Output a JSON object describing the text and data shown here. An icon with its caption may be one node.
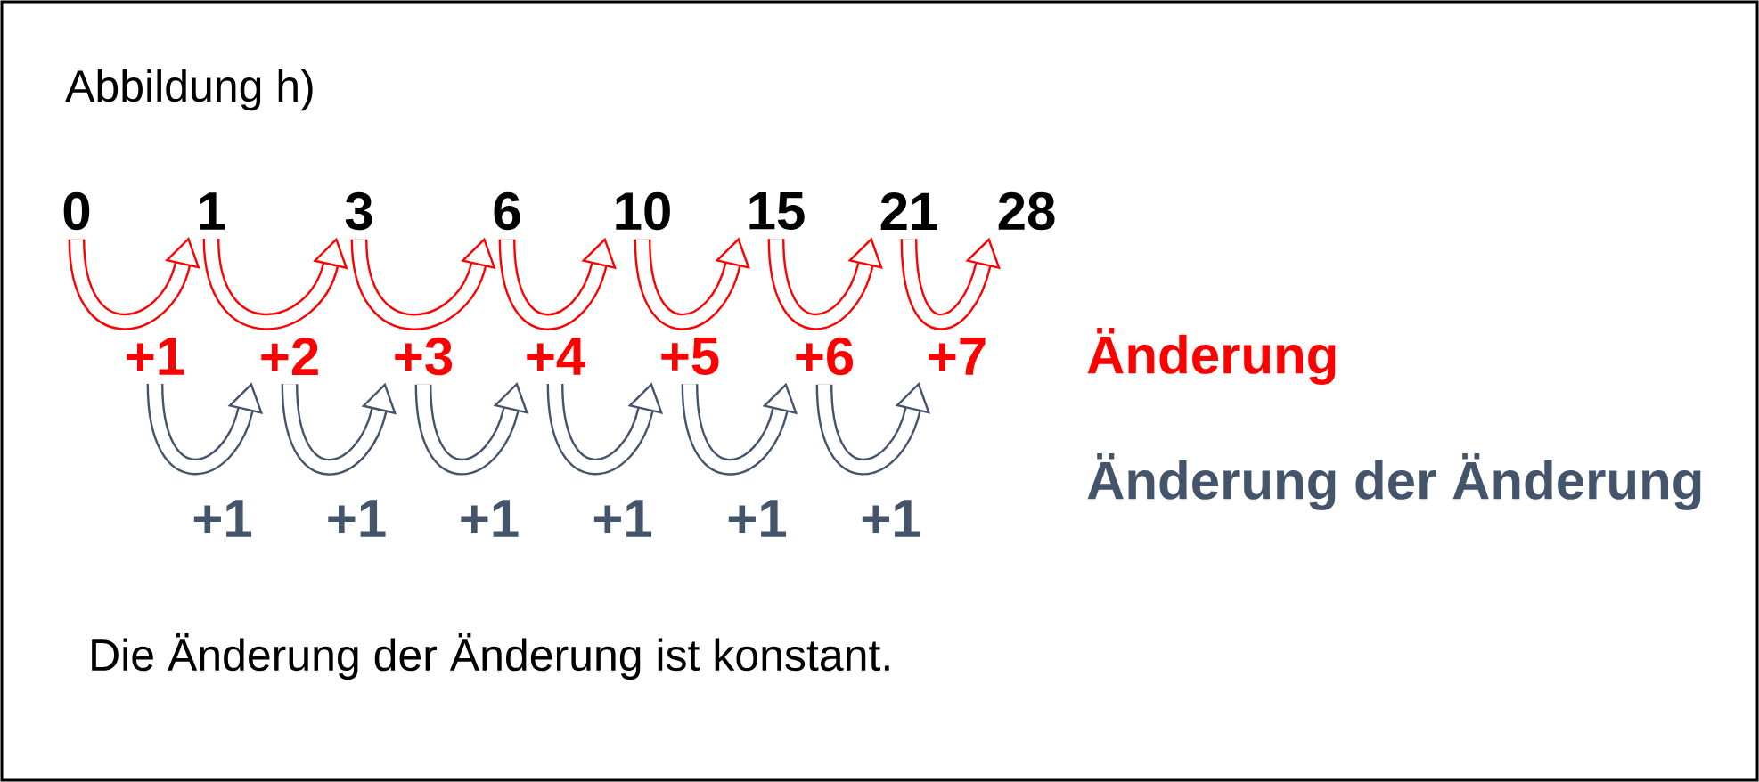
{
  "diagram": {
    "title": "Abbildung h)",
    "caption": "Die Änderung der Änderung ist konstant.",
    "nodes": [
      {
        "text": [
          "0"
        ]
      },
      {
        "text": [
          "1"
        ]
      },
      {
        "text": [
          "3"
        ]
      },
      {
        "text": [
          "6"
        ]
      },
      {
        "text": [
          "10"
        ]
      },
      {
        "text": [
          "15"
        ]
      },
      {
        "text": [
          "21"
        ]
      },
      {
        "text": [
          "28"
        ]
      },
      {
        "text": [
          "+1"
        ]
      },
      {
        "text": [
          "+2"
        ]
      },
      {
        "text": [
          "+3"
        ]
      },
      {
        "text": [
          "+4"
        ]
      },
      {
        "text": [
          "+5"
        ]
      },
      {
        "text": [
          "+6"
        ]
      },
      {
        "text": [
          "+7"
        ]
      }
    ],
    "edges": [
      {
        "from": 0,
        "to": 1,
        "arrow": "to",
        "color": "#ff0000"
      },
      {
        "from": 1,
        "to": 2,
        "arrow": "to",
        "color": "#ff0000"
      },
      {
        "from": 2,
        "to": 3,
        "arrow": "to",
        "color": "#ff0000"
      },
      {
        "from": 3,
        "to": 4,
        "arrow": "to",
        "color": "#ff0000"
      },
      {
        "from": 4,
        "to": 5,
        "arrow": "to",
        "color": "#ff0000"
      },
      {
        "from": 5,
        "to": 6,
        "arrow": "to",
        "color": "#ff0000"
      },
      {
        "from": 6,
        "to": 7,
        "arrow": "to",
        "color": "#ff0000"
      },
      {
        "from": 8,
        "to": 9,
        "arrow": "to",
        "label": "+1",
        "color": "#44546a"
      },
      {
        "from": 9,
        "to": 10,
        "arrow": "to",
        "label": "+1",
        "color": "#44546a"
      },
      {
        "from": 10,
        "to": 11,
        "arrow": "to",
        "label": "+1",
        "color": "#44546a"
      },
      {
        "from": 11,
        "to": 12,
        "arrow": "to",
        "label": "+1",
        "color": "#44546a"
      },
      {
        "from": 12,
        "to": 13,
        "arrow": "to",
        "label": "+1",
        "color": "#44546a"
      },
      {
        "from": 13,
        "to": 14,
        "arrow": "to",
        "label": "+1",
        "color": "#44546a"
      }
    ],
    "labels": [
      "Änderung",
      "Änderung der Änderung"
    ]
  }
}
